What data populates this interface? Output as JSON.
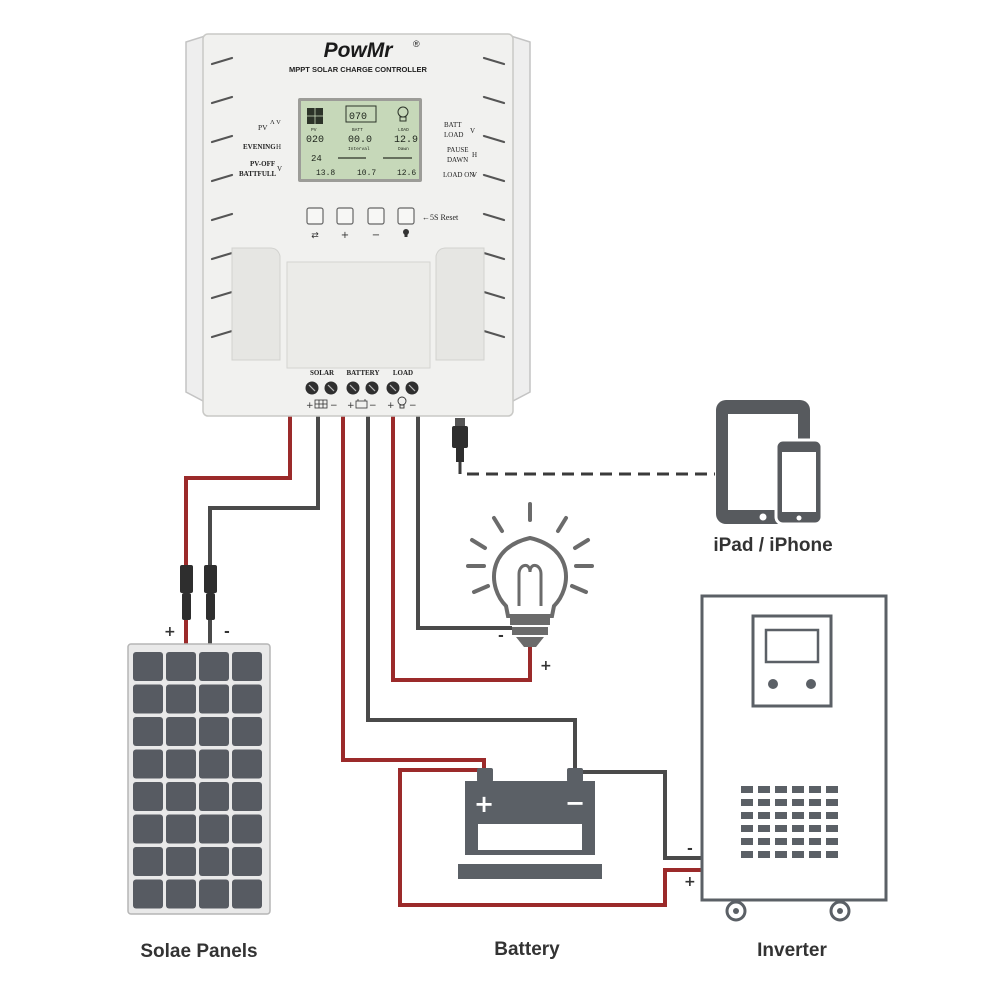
{
  "controller": {
    "brand": "PowMr",
    "registered": "®",
    "model": "MPPT SOLAR CHARGE CONTROLLER",
    "left_labels": {
      "pv": "PV",
      "pv_arrows": "Λ V",
      "evening": "EVENING",
      "evening_symbol": "H",
      "pv_off": "PV-OFF",
      "batt_full": "BATTFULL",
      "v_symbol": "V"
    },
    "right_labels": {
      "batt": "BATT",
      "load": "LOAD",
      "pause": "PAUSE",
      "dawn": "DAWN",
      "load_on": "LOAD ON",
      "v_symbol": "V",
      "h_symbol": "H"
    },
    "lcd": {
      "batt_percent": "070",
      "pv_voltage": "020",
      "batt_current": "00.0",
      "load_voltage": "12.9",
      "time": "24",
      "pv_label": "PV",
      "batt_label": "BATT",
      "load_label": "LOAD",
      "interval_label": "Interval",
      "dawn_label": "Dawn",
      "v_val_1": "13.8",
      "v_val_2": "10.7",
      "v_val_3": "12.6"
    },
    "reset_label": "←5S Reset",
    "button_symbols": [
      "⇄",
      "+",
      "−",
      "💡"
    ],
    "terminals": {
      "solar": "SOLAR",
      "battery": "BATTERY",
      "load": "LOAD",
      "plus": "+",
      "minus": "−"
    }
  },
  "wiring": {
    "colors": {
      "positive": "#9b2a2a",
      "negative": "#4a4a4a",
      "usb": "#3a3a3a"
    },
    "solar_plus": "+",
    "solar_minus": "-",
    "bulb_minus": "-",
    "bulb_plus": "+",
    "inverter_minus": "-",
    "inverter_plus": "+",
    "battery_plus": "+",
    "battery_minus": "−"
  },
  "captions": {
    "solar": "Solae Panels",
    "battery": "Battery",
    "inverter": "Inverter",
    "devices": "iPad / iPhone"
  }
}
